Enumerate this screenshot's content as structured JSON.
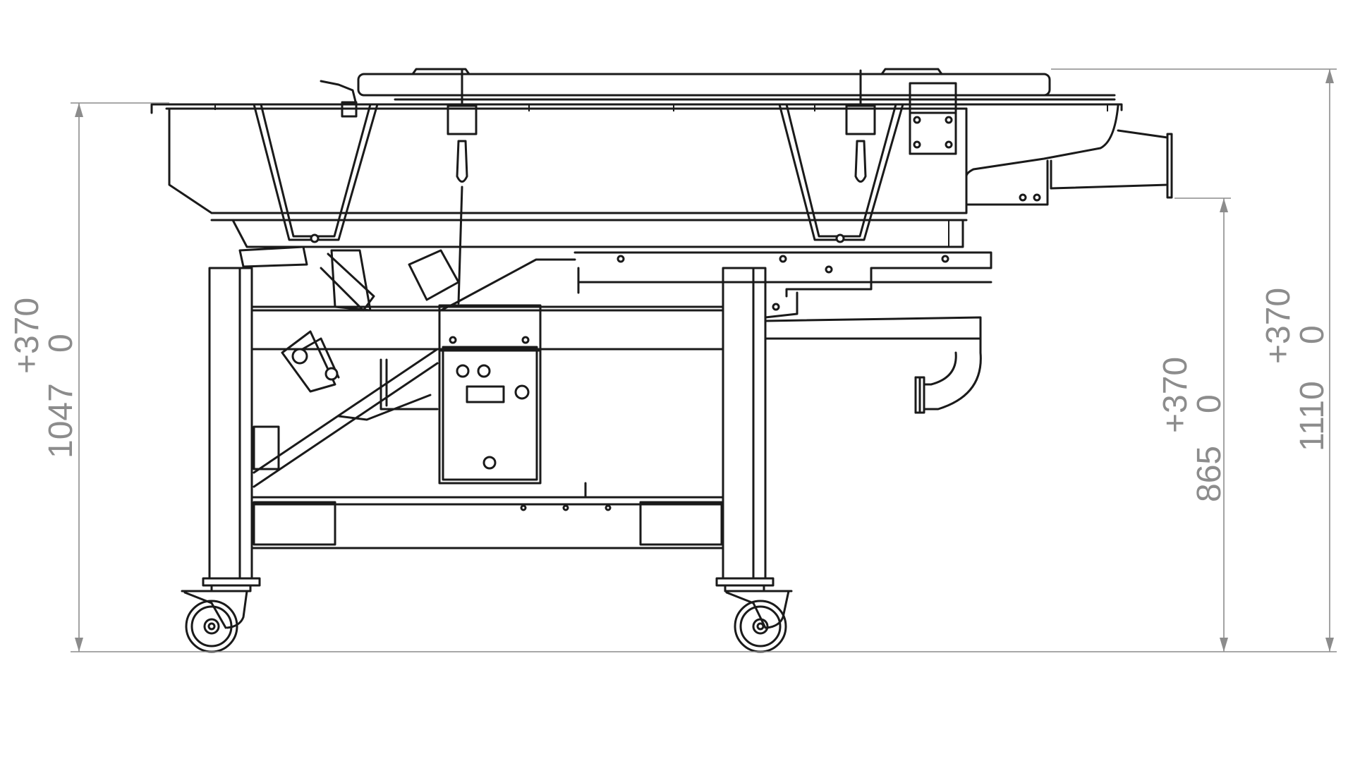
{
  "drawing": {
    "colors": {
      "line": "#1a1a1a",
      "dimension": "#8c8c8c",
      "background": "#ffffff"
    },
    "dimensions": {
      "left": {
        "base": "1047",
        "zero": "0",
        "tolerance": "+370"
      },
      "middle": {
        "base": "865",
        "zero": "0",
        "tolerance": "+370"
      },
      "right": {
        "base": "1110",
        "zero": "0",
        "tolerance": "+370"
      }
    }
  }
}
